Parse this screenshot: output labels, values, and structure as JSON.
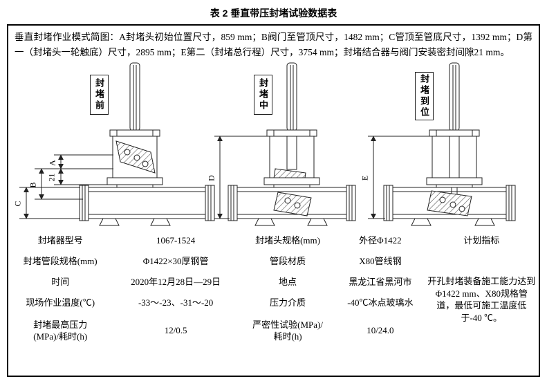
{
  "title": "表 2 垂直带压封堵试验数据表",
  "description": "垂直封堵作业模式简图：A封堵头初始位置尺寸，859 mm；B阀门至管顶尺寸，1482 mm；C管顶至管底尺寸，1392 mm；D第一（封堵头一轮触底）尺寸，2895 mm；E第二（封堵总行程）尺寸，3754 mm；封堵结合器与阀门安装密封间隙21 mm。",
  "diagram": {
    "stages": [
      "封堵前",
      "封堵中",
      "封堵到位"
    ],
    "dims": {
      "a": "A",
      "gap": "21",
      "b": "B",
      "c": "C",
      "d": "D",
      "e": "E"
    }
  },
  "table": {
    "rows": [
      {
        "l1": "封堵器型号",
        "v1": "1067-1524",
        "l2": "封堵头规格(mm)",
        "v2": "外径Φ1422"
      },
      {
        "l1": "封堵管段规格(mm)",
        "v1": "Φ1422×30厚钢管",
        "l2": "管段材质",
        "v2": "X80管线钢"
      },
      {
        "l1": "时间",
        "v1": "2020年12月28日—29日",
        "l2": "地点",
        "v2": "黑龙江省黑河市"
      },
      {
        "l1": "现场作业温度(℃)",
        "v1": "-33～-23、-31～-20",
        "l2": "压力介质",
        "v2": "-40℃冰点玻璃水"
      },
      {
        "l1": "封堵最高压力\n(MPa)/耗时(h)",
        "v1": "12/0.5",
        "l2": "严密性试验(MPa)/\n耗时(h)",
        "v2": "10/24.0"
      }
    ],
    "plan_header": "计划指标",
    "plan_text": "开孔封堵装备施工能力达到Φ1422 mm、X80规格管道，最低可施工温度低于-40 ℃。"
  }
}
